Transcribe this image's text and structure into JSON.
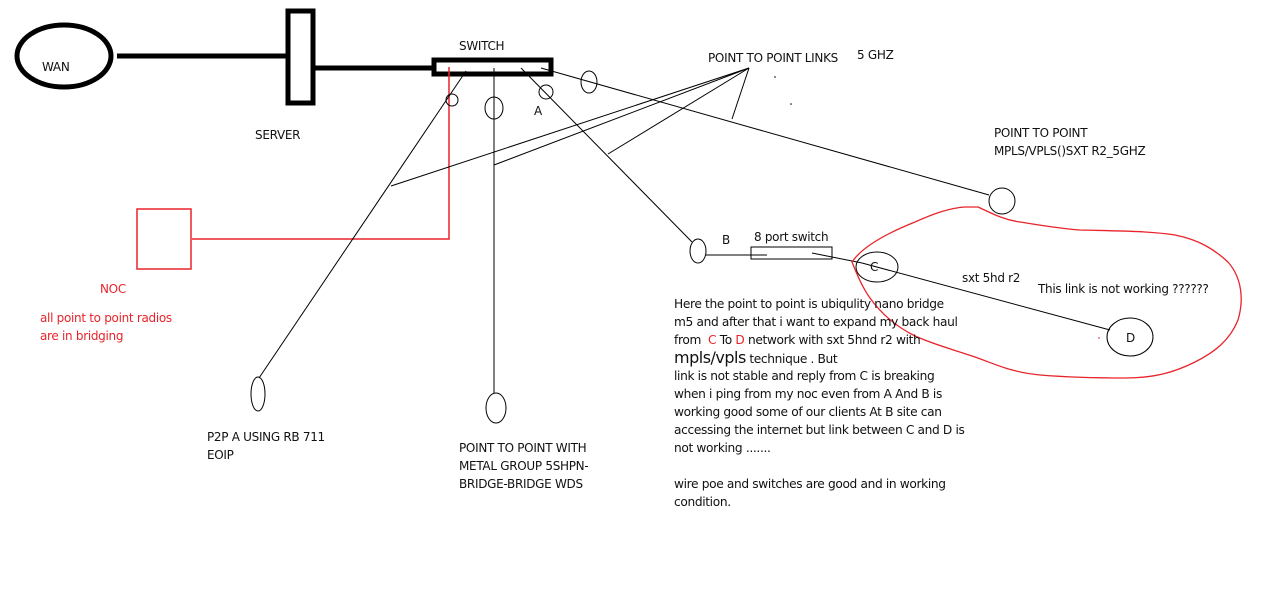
{
  "diagram": {
    "title": "Network topology sketch: WAN - Server - Switch - Point to Point links",
    "colors": {
      "ink": "#000000",
      "annotation": "#e8242a",
      "background": "#ffffff",
      "text": "#111111"
    },
    "nodes": {
      "wan": {
        "label": "WAN"
      },
      "server": {
        "label": "SERVER"
      },
      "switch": {
        "label": "SWITCH"
      },
      "noc": {
        "label": "NOC",
        "note_line1": "all point to point radios",
        "note_line2": "are in bridging"
      },
      "site_a": {
        "label": "A"
      },
      "site_b": {
        "label": "B"
      },
      "eight_port_switch": {
        "label": "8  port switch"
      },
      "site_c": {
        "label": "C"
      },
      "site_d": {
        "label": "D"
      },
      "p2p_rb711": {
        "line1": "P2P A USING RB 711",
        "line2": "EOIP"
      },
      "p2p_metal": {
        "line1": "POINT TO POINT WITH",
        "line2": "METAL GROUP 5SHPN-",
        "line3": "BRIDGE-BRIDGE WDS"
      },
      "p2p_mpls": {
        "line1": "POINT TO POINT",
        "line2": "MPLS/VPLS()SXT R2_5GHZ"
      }
    },
    "annotations": {
      "p2p_links": "POINT TO POINT LINKS",
      "frequency": "5 GHZ",
      "link_cd": "sxt 5hd r2",
      "not_working": "This link is not working   ??????"
    },
    "description": {
      "line1": "Here the point to point is ubiqulity nano bridge",
      "line2": "m5  and after that i want to expand my back haul",
      "line3_a": "from  ",
      "line3_c": "C",
      "line3_to": " To ",
      "line3_d": "D",
      "line3_b": " network with sxt 5hnd r2 with",
      "line4_big": "mpls/vpls",
      "line4_rest": " technique . But",
      "line5": "link is not stable and reply from C is breaking",
      "line6": "when i ping from my noc even from A And B is",
      "line7": "working good  some of our clients  At B site  can",
      "line8": "accessing the internet  but link between C and D is",
      "line9": "not working .......",
      "line10": "wire poe and switches are  good and  in  working",
      "line11": "condition."
    }
  }
}
